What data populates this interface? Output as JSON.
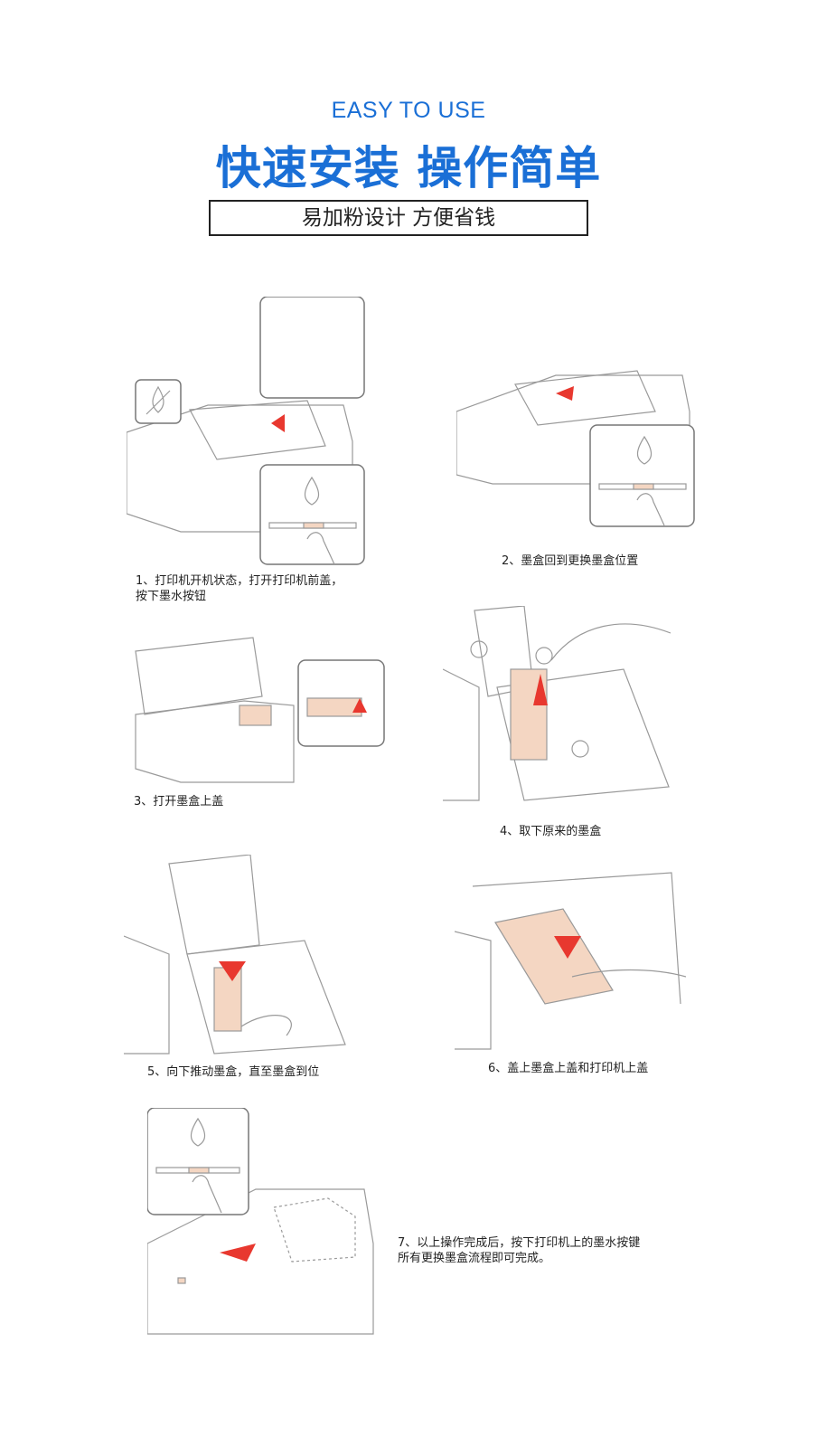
{
  "header": {
    "eyebrow": "EASY TO USE",
    "title": "快速安装 操作简单",
    "subtitle": "易加粉设计 方便省钱"
  },
  "steps": [
    {
      "caption_line1": "1、打印机开机状态，打开打印机前盖，",
      "caption_line2": "按下墨水按钮"
    },
    {
      "caption": "2、墨盒回到更换墨盒位置"
    },
    {
      "caption": "3、打开墨盒上盖"
    },
    {
      "caption": "4、取下原来的墨盒"
    },
    {
      "caption": "5、向下推动墨盒，直至墨盒到位"
    },
    {
      "caption": "6、盖上墨盒上盖和打印机上盖"
    },
    {
      "caption_line1": "7、以上操作完成后，按下打印机上的墨水按键",
      "caption_line2": "所有更换墨盒流程即可完成。"
    }
  ],
  "colors": {
    "accent": "#1a6fd6",
    "arrow": "#e8382f",
    "cartridge": "#f4d6c2",
    "ink_yellow": "#f7e600",
    "ink_black": "#222222",
    "ink_cyan": "#38b6e8",
    "ink_magenta": "#e8378f",
    "ink_light_magenta": "#f49ac8",
    "ink_light_cyan": "#9fd9f2"
  }
}
